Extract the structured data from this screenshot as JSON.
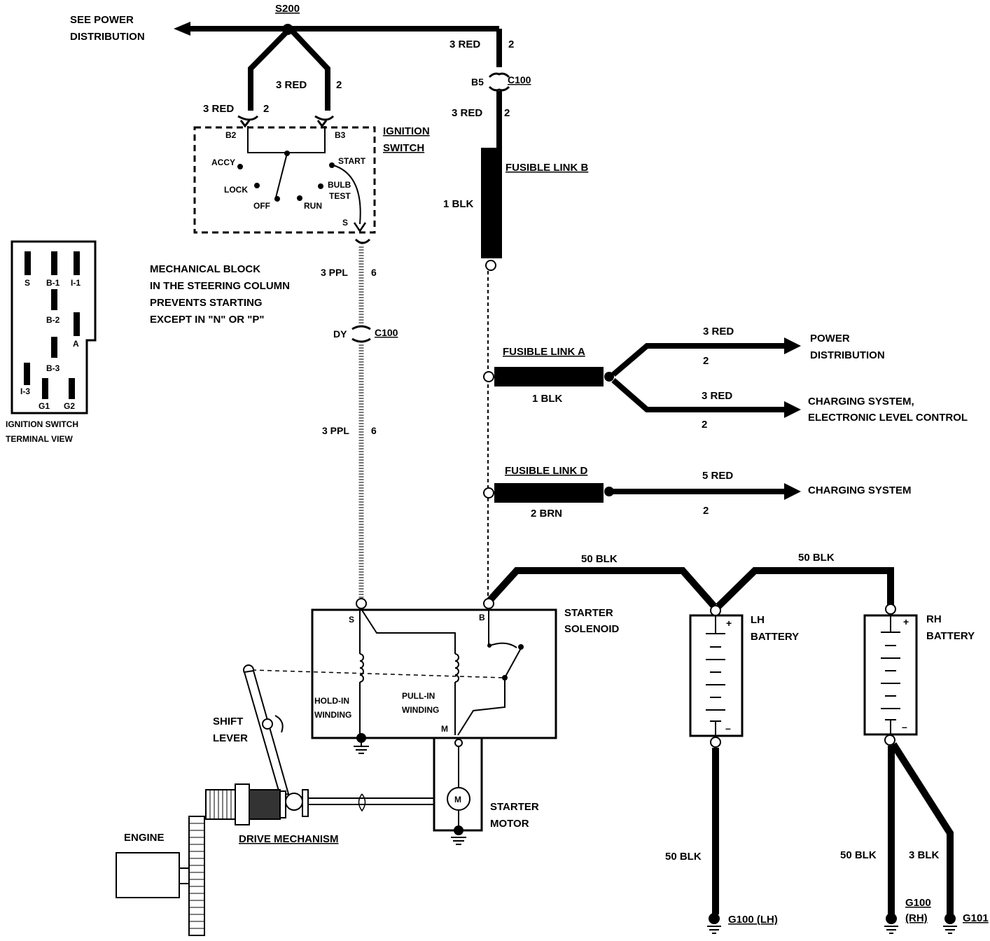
{
  "labels": {
    "see_power": [
      "SEE POWER",
      "DISTRIBUTION"
    ],
    "s200": "S200",
    "c100_top": "C100",
    "b5": "B5",
    "c100_mid": "C100",
    "dy": "DY",
    "wire_3red": "3 RED",
    "num_2": "2",
    "b2": "B2",
    "b3": "B3",
    "ignition_switch": [
      "IGNITION",
      "SWITCH"
    ],
    "sw_accy": "ACCY",
    "sw_start": "START",
    "sw_lock": "LOCK",
    "sw_off": "OFF",
    "sw_run": "RUN",
    "sw_bulb": [
      "BULB",
      "TEST"
    ],
    "sw_s": "S",
    "fusible_b": "FUSIBLE LINK B",
    "wire_1blk": "1 BLK",
    "wire_3ppl": "3 PPL",
    "num_6": "6",
    "mech_block": [
      "MECHANICAL BLOCK",
      "IN THE STEERING COLUMN",
      "PREVENTS STARTING",
      "EXCEPT IN \"N\" OR \"P\""
    ],
    "fusible_a": "FUSIBLE LINK A",
    "power_dist": [
      "POWER",
      "DISTRIBUTION"
    ],
    "charging_elc": [
      "CHARGING SYSTEM,",
      "ELECTRONIC LEVEL CONTROL"
    ],
    "fusible_d": "FUSIBLE LINK D",
    "wire_5red": "5 RED",
    "wire_2brn": "2 BRN",
    "charging": "CHARGING SYSTEM",
    "wire_50blk": "50 BLK",
    "wire_3blk": "3 BLK",
    "starter_solenoid": [
      "STARTER",
      "SOLENOID"
    ],
    "term_s": "S",
    "term_b": "B",
    "term_m": "M",
    "hold_in": [
      "HOLD-IN",
      "WINDING"
    ],
    "pull_in": [
      "PULL-IN",
      "WINDING"
    ],
    "lh_battery": [
      "LH",
      "BATTERY"
    ],
    "rh_battery": [
      "RH",
      "BATTERY"
    ],
    "plus": "+",
    "minus": "–",
    "shift_lever": [
      "SHIFT",
      "LEVER"
    ],
    "starter_motor": [
      "STARTER",
      "MOTOR"
    ],
    "motor_m": "M",
    "engine": "ENGINE",
    "drive_mech": "DRIVE MECHANISM",
    "g100_lh": "G100 (LH)",
    "g100_rh": [
      "G100",
      "(RH)"
    ],
    "g101": "G101",
    "term_view": {
      "s": "S",
      "b1": "B-1",
      "i1": "I-1",
      "b2": "B-2",
      "a": "A",
      "b3": "B-3",
      "i3": "I-3",
      "g1": "G1",
      "g2": "G2",
      "caption": [
        "IGNITION SWITCH",
        "TERMINAL VIEW"
      ]
    }
  }
}
